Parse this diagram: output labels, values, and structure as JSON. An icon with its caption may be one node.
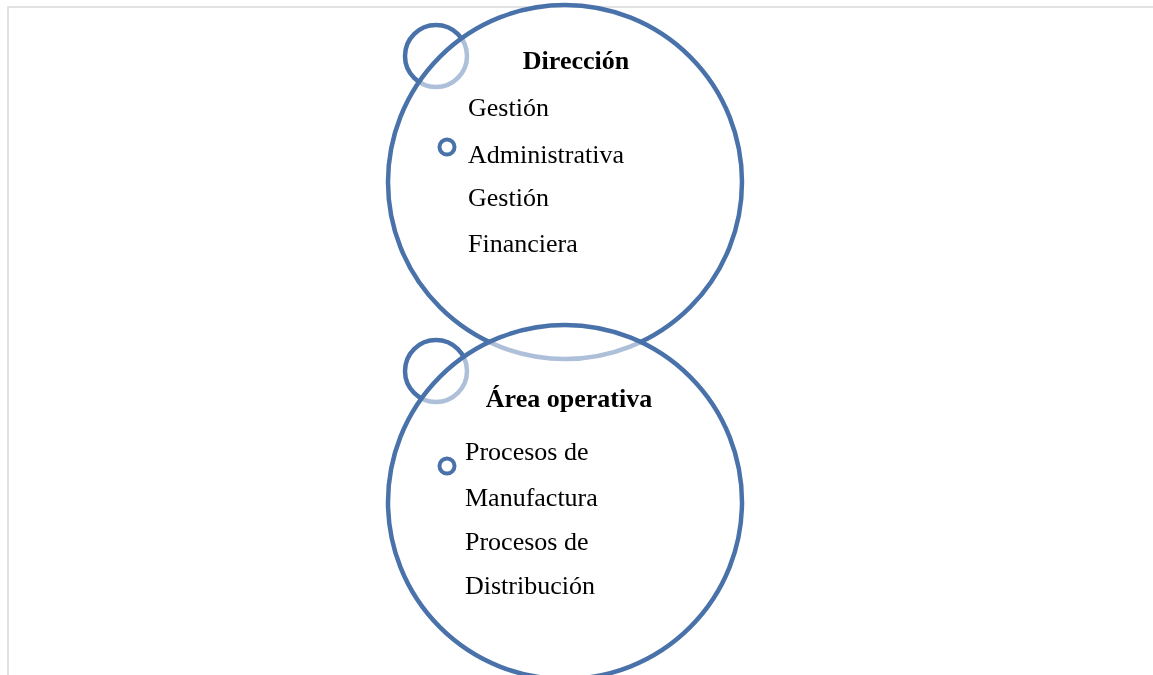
{
  "diagram": {
    "nodes": [
      {
        "text": [],
        "shape": "circle"
      },
      {
        "text": [
          "Dirección",
          "Gestión Administrativa",
          "Gestión Financiera"
        ]
      },
      {
        "text": [],
        "shape": "circle"
      },
      {
        "text": [
          "Área operativa",
          "Procesos de Manufactura",
          "Procesos de Distribución"
        ]
      }
    ],
    "edges": []
  }
}
